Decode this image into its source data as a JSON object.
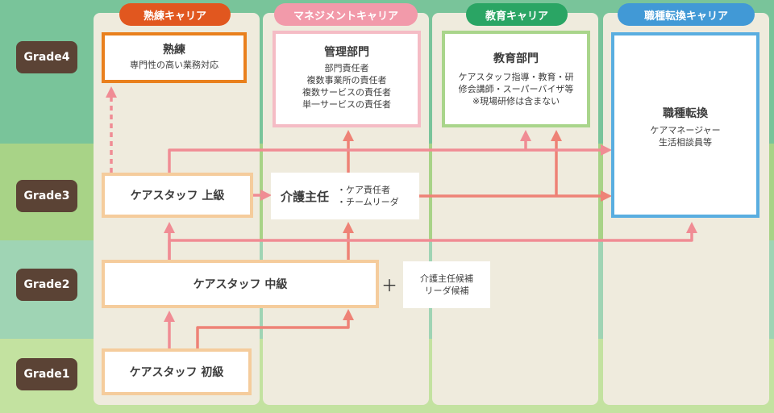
{
  "grades": [
    "Grade4",
    "Grade3",
    "Grade2",
    "Grade1"
  ],
  "columns": [
    {
      "title": "熟練キャリア",
      "color": "#e1571f"
    },
    {
      "title": "マネジメントキャリア",
      "color": "#f29aaa"
    },
    {
      "title": "教育キャリア",
      "color": "#2aa564"
    },
    {
      "title": "職種転換キャリア",
      "color": "#4199d6"
    }
  ],
  "boxes": {
    "expert": {
      "title": "熟練",
      "desc": "専門性の高い業務対応"
    },
    "management": {
      "title": "管理部門",
      "lines": [
        "部門責任者",
        "複数事業所の責任者",
        "複数サービスの責任者",
        "単一サービスの責任者"
      ]
    },
    "education": {
      "title": "教育部門",
      "lines": [
        "ケアスタッフ指導・教育・研",
        "修会講師・スーパーバイザ等",
        "※現場研修は含まない"
      ]
    },
    "transfer": {
      "title": "職種転換",
      "lines": [
        "ケアマネージャー",
        "生活相談員等"
      ]
    },
    "care_senior": {
      "title": "ケアスタッフ 上級"
    },
    "supervisor": {
      "title": "介護主任",
      "items": [
        "・ケア責任者",
        "・チームリーダ"
      ]
    },
    "care_mid": {
      "title": "ケアスタッフ 中級"
    },
    "plus": "＋",
    "candidate": {
      "lines": [
        "介護主任候補",
        "リーダ候補"
      ]
    },
    "care_junior": {
      "title": "ケアスタッフ 初級"
    }
  },
  "colors": {
    "arrow": "#f08c94",
    "arrow_dark": "#ee8276",
    "orange_border": "#e9801d",
    "peach_border": "#f5cc9c",
    "pink_border": "#f5bcc5",
    "green_border": "#a9d58b",
    "blue_border": "#5aaee0"
  }
}
